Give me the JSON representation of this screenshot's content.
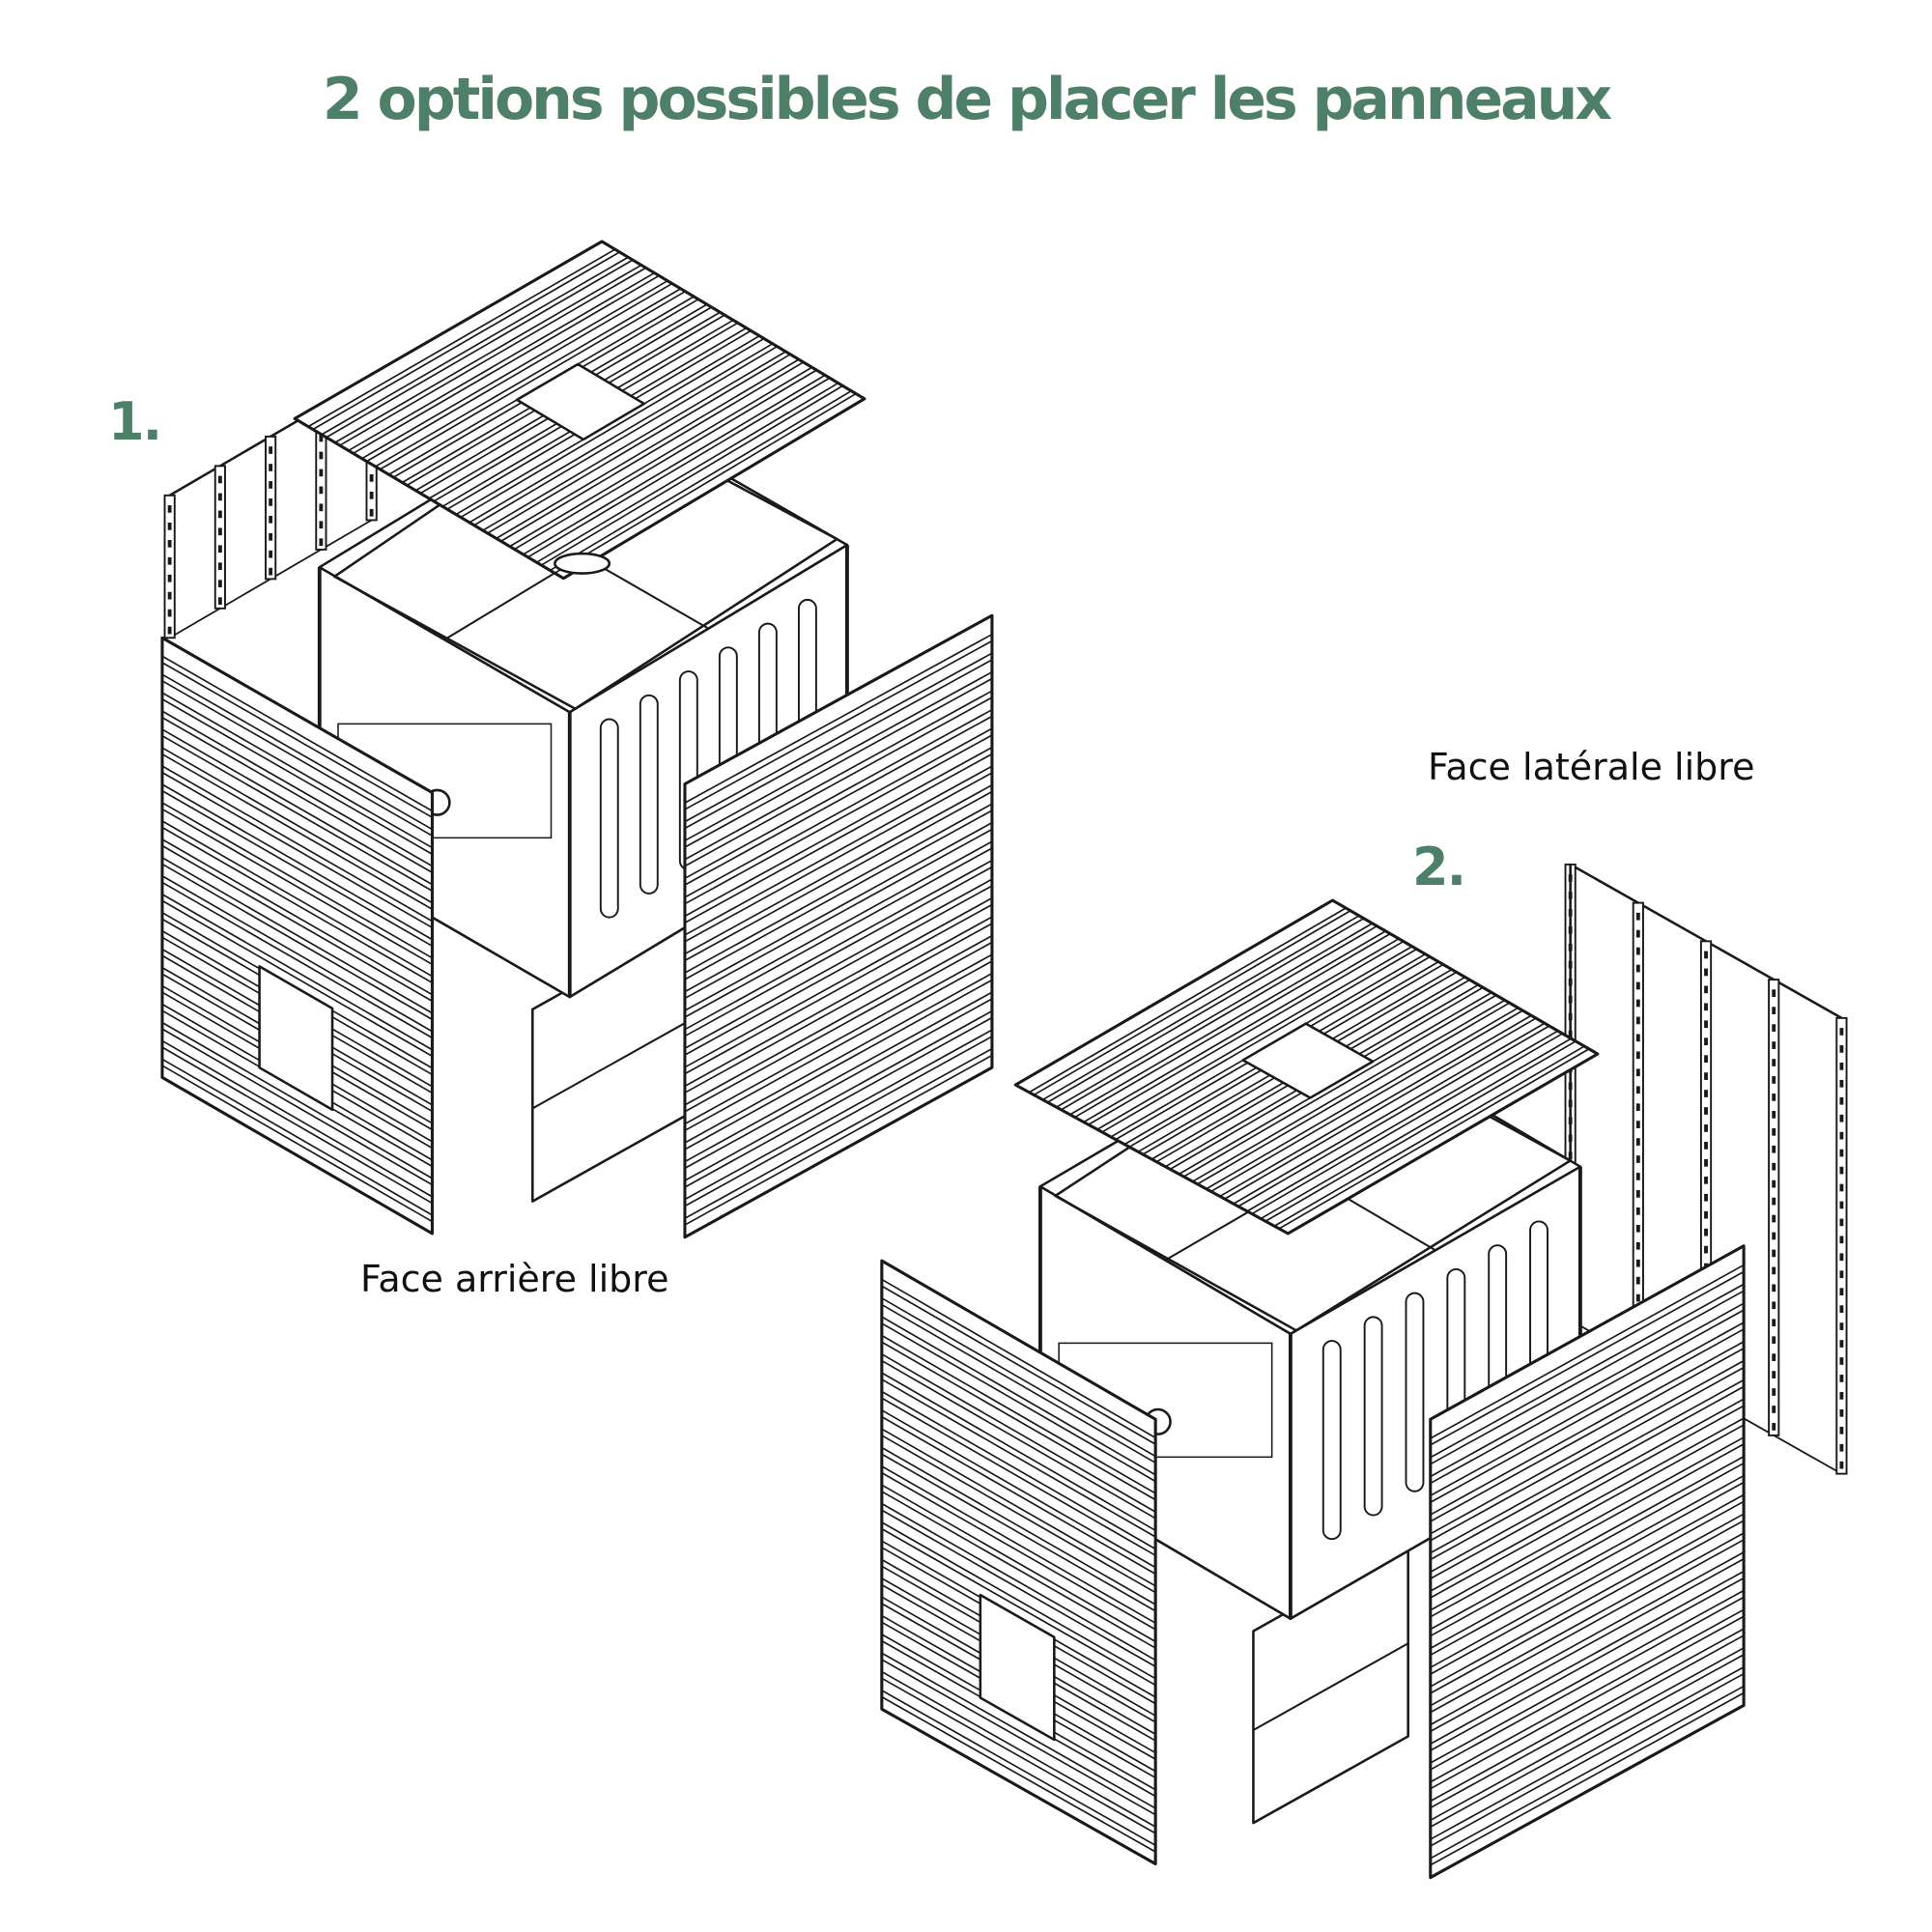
{
  "title": "2 options possibles de placer les panneaux",
  "options": [
    {
      "number": "1.",
      "caption": "Face arrière libre"
    },
    {
      "number": "2.",
      "caption": "Face latérale libre"
    }
  ],
  "colors": {
    "accent": "#4e8069",
    "line": "#1a1a1a"
  }
}
